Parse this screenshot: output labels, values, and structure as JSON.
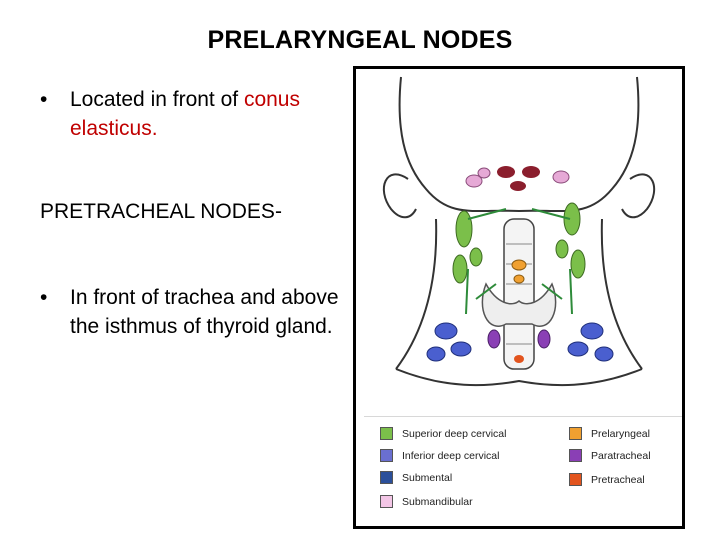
{
  "slide": {
    "title": "PRELARYNGEAL NODES",
    "bullet1": {
      "marker": "•",
      "text_black": "Located in front of ",
      "text_red": "conus elasticus."
    },
    "subheading": "PRETRACHEAL NODES-",
    "bullet2": {
      "marker": "•",
      "text": "In front of trachea and above the isthmus of thyroid gland."
    }
  },
  "figure": {
    "legend": [
      {
        "label": "Superior deep cervical",
        "color": "#7bbf4a"
      },
      {
        "label": "Inferior deep cervical",
        "color": "#6a6fd0"
      },
      {
        "label": "Submental",
        "color": "#2b4f9a"
      },
      {
        "label": "Submandibular",
        "color": "#f3c6e6"
      },
      {
        "label": "Prelaryngeal",
        "color": "#f0a030"
      },
      {
        "label": "Paratracheal",
        "color": "#8a3fb5"
      },
      {
        "label": "Pretracheal",
        "color": "#e2541e"
      }
    ]
  }
}
